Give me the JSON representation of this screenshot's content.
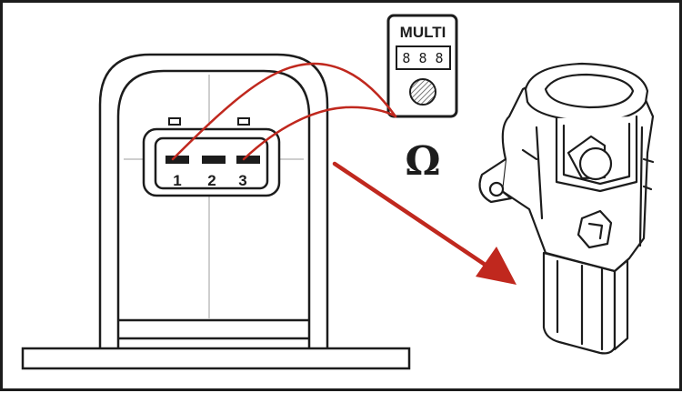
{
  "multimeter": {
    "title": "MULTI",
    "display": "8 8 8"
  },
  "ohm_symbol": "Ω",
  "connector": {
    "pins": [
      {
        "label": "1"
      },
      {
        "label": "2"
      },
      {
        "label": "3"
      }
    ]
  },
  "colors": {
    "wire": "#c0281e",
    "arrow": "#c0281e",
    "outline": "#1c1c1c",
    "frame": "#1c1c1c"
  }
}
